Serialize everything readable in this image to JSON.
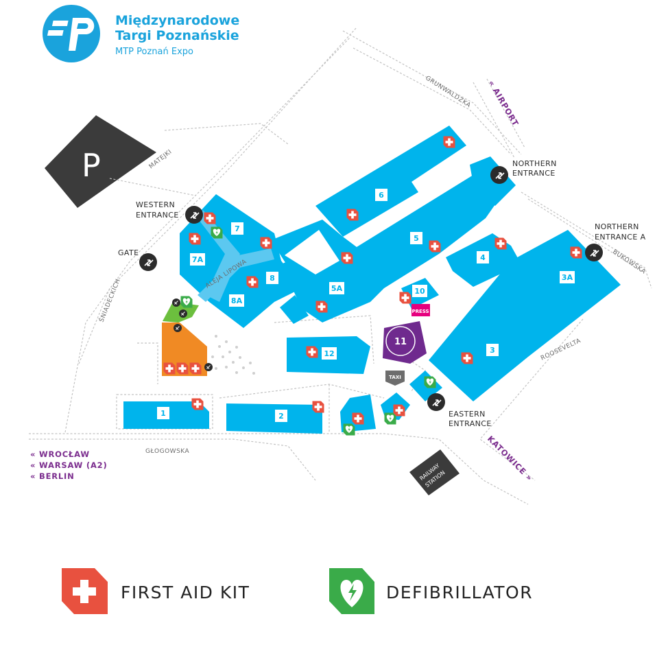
{
  "brand": {
    "name_line1": "Międzynarodowe",
    "name_line2": "Targi Poznańskie",
    "subname": "MTP Poznań Expo",
    "color": "#1aa3dc"
  },
  "parking_label": "P",
  "streets": {
    "matejki": "MATEJKI",
    "grunwaldzka": "GRUNWALDZKA",
    "sniadeckich": "ŚNIADECKICH",
    "glogowska": "GŁOGOWSKA",
    "bukowska": "BUKOWSKA",
    "roosevelta": "ROOSEVELTA",
    "aleja_lipowa": "ALEJA LIPOWA"
  },
  "directions": {
    "airport": "« AIRPORT",
    "katowice": "KATOWICE »",
    "wroclaw": "« WROCŁAW",
    "warsaw": "« WARSAW (A2)",
    "berlin": "« BERLIN"
  },
  "entrances": {
    "western_1": "WESTERN",
    "western_2": "ENTRANCE",
    "gate": "GATE",
    "northern_1": "NORTHERN",
    "northern_2": "ENTRANCE",
    "northern_a_1": "NORTHERN",
    "northern_a_2": "ENTRANCE A",
    "eastern_1": "EASTERN",
    "eastern_2": "ENTRANCE"
  },
  "halls": {
    "h1": "1",
    "h2": "2",
    "h3": "3",
    "h3a": "3A",
    "h4": "4",
    "h5": "5",
    "h5a": "5A",
    "h6": "6",
    "h7": "7",
    "h7a": "7A",
    "h8": "8",
    "h8a": "8A",
    "h10": "10",
    "h11": "11",
    "h12": "12"
  },
  "poi": {
    "press": "PRESS",
    "taxi": "TAXI",
    "railway_1": "RAILWAY",
    "railway_2": "STATION"
  },
  "legend": {
    "first_aid": "FIRST AID KIT",
    "defibrillator": "DEFIBRILLATOR"
  },
  "colors": {
    "hall": "#00b4ec",
    "first_aid": "#e8513f",
    "defibrillator": "#3aab49",
    "entrance": "#2b2b2b",
    "direction": "#7b2d8e",
    "press": "#e6007e",
    "hall11": "#6f2a8e",
    "orange_area": "#f08a24",
    "green_area": "#6cbf3e"
  }
}
